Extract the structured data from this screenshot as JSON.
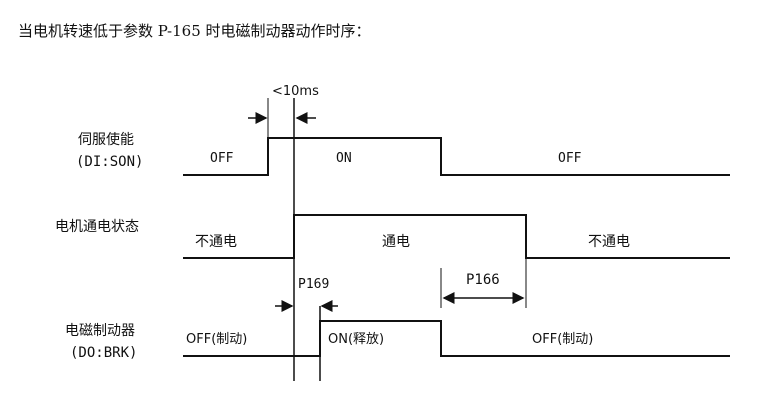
{
  "heading": "当电机转速低于参数 P-165 时电磁制动器动作时序：",
  "timing": {
    "delay_label": "<10ms",
    "p169_label": "P169",
    "p166_label": "P166"
  },
  "signals": {
    "servo": {
      "name": "伺服使能",
      "code": "(DI:SON)",
      "states": [
        "OFF",
        "ON",
        "OFF"
      ]
    },
    "power": {
      "name": "电机通电状态",
      "states": [
        "不通电",
        "通电",
        "不通电"
      ]
    },
    "brake": {
      "name": "电磁制动器",
      "code": "(DO:BRK)",
      "states": [
        "OFF(制动)",
        "ON(释放)",
        "OFF(制动)"
      ]
    }
  }
}
